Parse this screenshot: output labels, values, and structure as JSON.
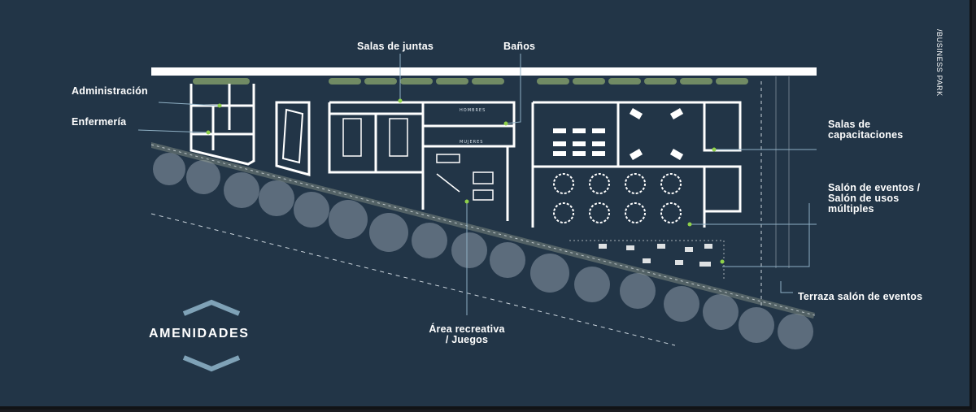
{
  "side_label": "/BUSINESS PARK",
  "title": "AMENIDADES",
  "labels": {
    "salas_juntas": "Salas de juntas",
    "banos": "Baños",
    "administracion": "Administración",
    "enfermeria": "Enfermería",
    "capacitaciones_1": "Salas de",
    "capacitaciones_2": "capacitaciones",
    "eventos_1": "Salón de eventos /",
    "eventos_2": "Salón de usos",
    "eventos_3": "múltiples",
    "terraza": "Terraza salón de eventos",
    "recreativa_1": "Área recreativa",
    "recreativa_2": "/ Juegos"
  },
  "plan_text": {
    "hombres": "HOMBRES",
    "mujeres": "MUJERES"
  },
  "colors": {
    "background": "#223547",
    "walls": "#ffffff",
    "leader_lines": "#8fb0c4",
    "marker": "#8fd14a",
    "trees": "#8d9aa8",
    "chevrons": "#7fa2b7"
  }
}
